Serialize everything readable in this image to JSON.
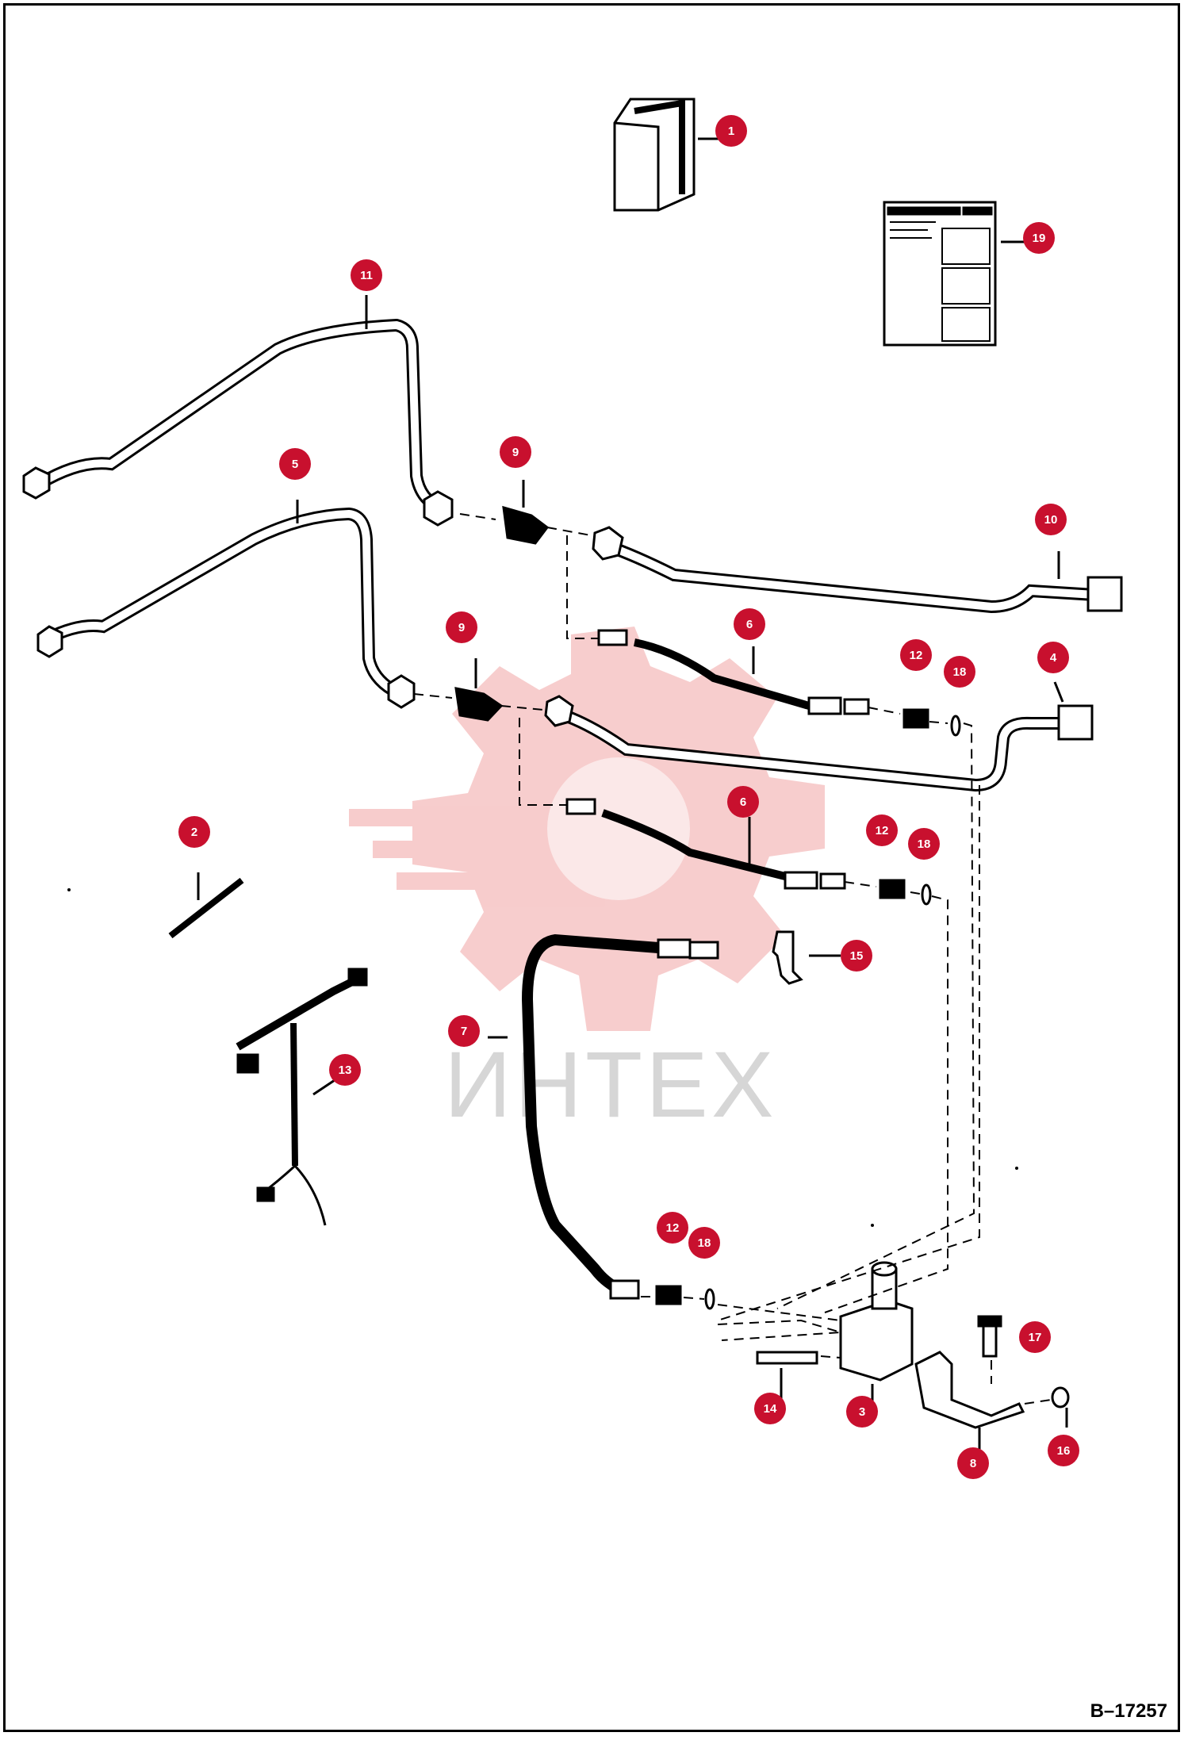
{
  "figure_id": "B–17257",
  "watermark_text": "ИНТЕХ",
  "callouts": [
    "1",
    "19",
    "11",
    "5",
    "9",
    "10",
    "6",
    "4",
    "12",
    "18",
    "9",
    "2",
    "6",
    "12",
    "18",
    "15",
    "7",
    "13",
    "12",
    "18",
    "17",
    "14",
    "3",
    "16",
    "8"
  ],
  "colors": {
    "callout": "#c8102e",
    "line": "#000000",
    "watermark": "#e44a4a"
  },
  "parts": {
    "1": "package",
    "2": "cable-tie",
    "3": "valve-block",
    "4": "tube",
    "5": "tube",
    "6": "hose",
    "7": "hose",
    "8": "mounting-bracket",
    "9": "fitting",
    "10": "tube",
    "11": "tube",
    "12": "connector",
    "13": "wire-harness",
    "14": "bolt",
    "15": "tee-fitting",
    "16": "nut",
    "17": "bolt",
    "18": "o-ring",
    "19": "instruction-sheet"
  }
}
